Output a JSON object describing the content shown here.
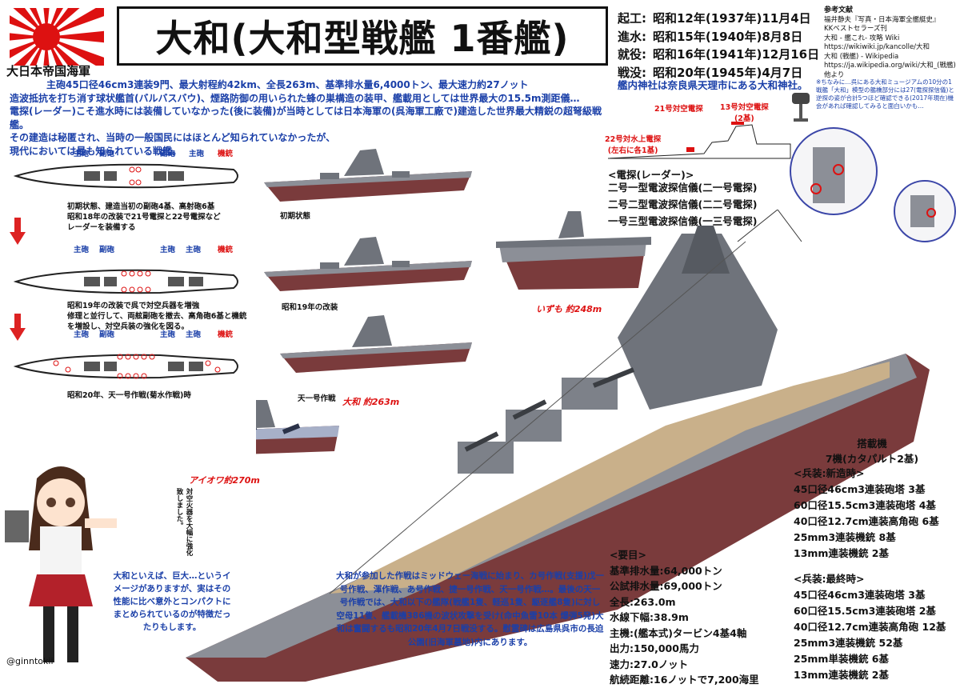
{
  "header": {
    "navy_label": "大日本帝国海軍",
    "title": "大和(大和型戦艦 1番艦)"
  },
  "dates": [
    {
      "k": "起工:",
      "v": "昭和12年(1937年)11月4日"
    },
    {
      "k": "進水:",
      "v": "昭和15年(1940年)8月8日"
    },
    {
      "k": "就役:",
      "v": "昭和16年(1941年)12月16日"
    },
    {
      "k": "戦没:",
      "v": "昭和20年(1945年)4月7日"
    }
  ],
  "jinja": "艦内神社は奈良県天理市にある大和神社。",
  "refs": {
    "head": "参考文献",
    "lines": [
      "福井静夫『写真・日本海軍全艦艇史』",
      "KKベストセラーズ刊",
      "大和 - 艦これ- 攻略 Wiki",
      "https://wikiwiki.jp/kancolle/大和",
      "大和 (戦艦) - Wikipedia",
      "https://ja.wikipedia.org/wiki/大和_(戦艦)",
      "他より"
    ]
  },
  "museum_note": "※ちなみに…呉にある大和ミュージアムの10分の1戦艦「大和」模型の艦橋部分には27(電探探信儀)と逆探の姿が合計5つほど確認できる(2017年現在)機会があれば確認してみると面白いかも…",
  "intro": [
    "主砲45口径46cm3連装9門、最大射程約42km、全長263m、基準排水量6,4000トン、最大速力約27ノット",
    "造波抵抗を打ち消す球状艦首(バルバスバウ)、煙路防御の用いられた蜂の巣構造の装甲、艦載用としては世界最大の15.5m測距儀…",
    "電探(レーダー)こそ進水時には装備していなかった(後に装備)が当時としては日本海軍の(呉海軍工廠で)建造した世界最大精鋭の超弩級戦艦。",
    "その建造は秘匿され、当時の一般国民にはほとんど知られていなかったが、",
    "現代においては最も知られている戦艦。"
  ],
  "plans": {
    "labels": {
      "main": "主砲",
      "sub": "副砲",
      "aircraft": "機銃"
    },
    "plan1_caption": [
      "初期状態、建造当初の副砲4基、高射砲6基",
      "昭和18年の改装で21号電探と22号電探など",
      "レーダーを装備する"
    ],
    "plan2_caption": [
      "昭和19年の改装で呉で対空兵器を増強",
      "修理と並行して、両舷副砲を撤去、高角砲6基と機銃",
      "を増設し、対空兵装の強化を図る。"
    ],
    "plan3_caption": "昭和20年、天一号作戦(菊水作戦)時"
  },
  "profiles": {
    "initial": "初期状態",
    "s19": "昭和19年の改装",
    "ten": "天一号作戦",
    "yamato_len": "大和 約263m",
    "iowa_len": "アイオワ約270m",
    "izumo_len": "いずも 約248m"
  },
  "radar": {
    "title": "<電探(レーダー)>",
    "items": [
      "二号一型電波探信儀(二一号電探)",
      "二号二型電波探信儀(二二号電探)",
      "一号三型電波探信儀(一三号電探)"
    ],
    "callouts": {
      "r21": "21号対空電探",
      "r13": "13号対空電探",
      "r13b": "(2基)",
      "r22": "22号対水上電探",
      "r22b": "(左右に各1基)"
    }
  },
  "aircraft": {
    "title": "搭載機",
    "value": "7機(カタパルト2基)"
  },
  "arms_new": {
    "title": "<兵装:新造時>",
    "items": [
      "45口径46cm3連装砲塔 3基",
      "60口径15.5cm3連装砲塔 4基",
      "40口径12.7cm連装高角砲 6基",
      "25mm3連装機銃 8基",
      "13mm連装機銃 2基"
    ]
  },
  "arms_final": {
    "title": "<兵装:最終時>",
    "items": [
      "45口径46cm3連装砲塔 3基",
      "60口径15.5cm3連装砲塔 2基",
      "40口径12.7cm連装高角砲 12基",
      "25mm3連装機銃 52基",
      "25mm単装機銃 6基",
      "13mm連装機銃 2基"
    ]
  },
  "spec": {
    "title": "<要目>",
    "items": [
      "基準排水量:64,000トン",
      "公試排水量:69,000トン",
      "全長:263.0m",
      "水線下幅:38.9m",
      "主機:(艦本式)タービン4基4軸",
      "出力:150,000馬力",
      "速力:27.0ノット",
      "航続距離:16ノットで7,200海里"
    ]
  },
  "ops": "大和が参加した作戦はミッドウェー海戦に始まり、カ号作戦(支援)戊一号作戦、渾作戦、あ号作戦、捷一号作戦、天一号作戦…。最後の天一号作戦では、大和以下の艦隊(戦艦1隻、軽巡1隻、駆逐艦8隻)に対し空母11隻、艦載機386機の波状攻撃を受け(命中魚雷10本 爆弾5発)大和は奮闘するも昭和20年4月7日戦没する。慰霊碑は広島県呉市の長迫公園(旧海軍墓地)内にあります。",
  "chat": "大和といえば、巨大…というイメージがありますが、実はその性能に比べ意外とコンパクトにまとめられているのが特徴だったりもします。",
  "bubble": "対空火器を大幅に強化致しました。",
  "handle": "@ginntokii",
  "colors": {
    "blue": "#1a3fa8",
    "red": "#d11",
    "hull_grey": "#8c8f97",
    "hull_red": "#7a3b3c",
    "deck": "#c9b08a"
  }
}
